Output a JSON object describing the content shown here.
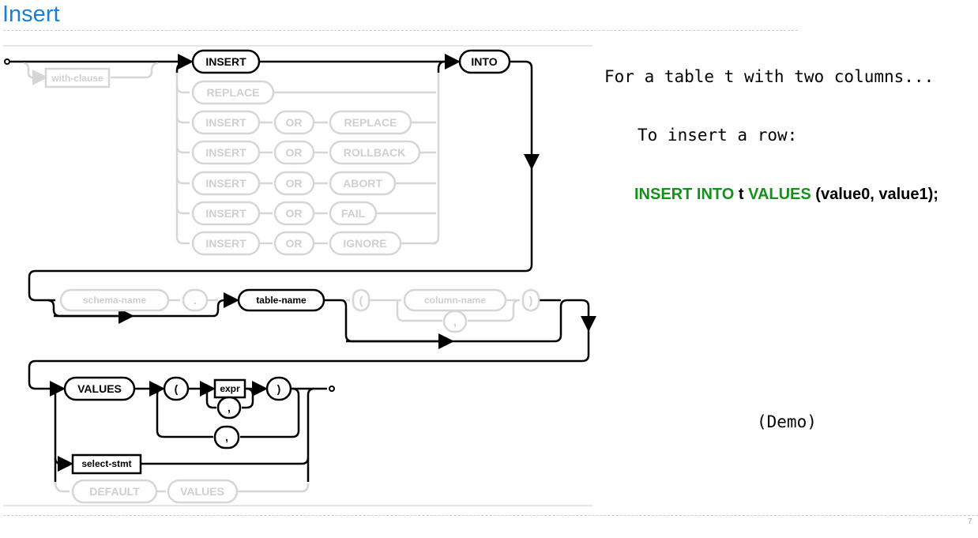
{
  "slide": {
    "title": "Insert",
    "page_number": "7"
  },
  "diagram": {
    "with_clause": "with-clause",
    "insert": "INSERT",
    "into": "INTO",
    "replace": "REPLACE",
    "or": "OR",
    "rollback": "ROLLBACK",
    "abort": "ABORT",
    "fail": "FAIL",
    "ignore": "IGNORE",
    "schema_name": "schema-name",
    "dot": ".",
    "table_name": "table-name",
    "open_paren": "(",
    "column_name": "column-name",
    "close_paren": ")",
    "comma": ",",
    "values": "VALUES",
    "expr": "expr",
    "select_stmt": "select-stmt",
    "default": "DEFAULT"
  },
  "notes": {
    "intro": "For a table t with two columns...",
    "step": "To insert a row:",
    "sql": {
      "kw1": "INSERT INTO",
      "table": " t ",
      "kw2": "VALUES",
      "rest": " (value0, value1);"
    },
    "demo": "(Demo)"
  },
  "colors": {
    "title": "#1a7fd4",
    "keyword": "#15911a",
    "inactive": "#d6d6d6"
  }
}
